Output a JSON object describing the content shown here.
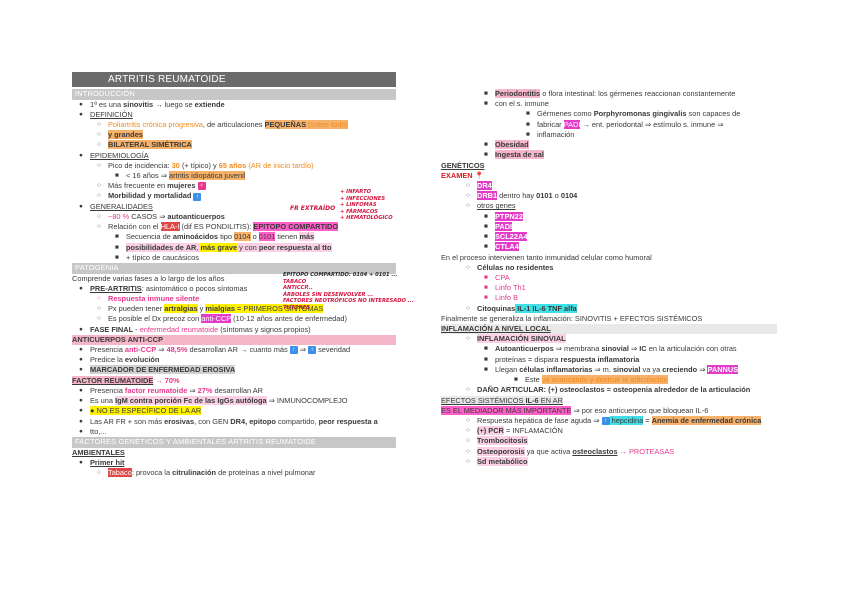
{
  "title": "ARTRITIS REUMATOIDE",
  "left": {
    "intro": "INTRODUCCIÓN",
    "l1a": "1ª es una ",
    "l1b": "sinovitis",
    "l1c": " → luego se ",
    "l1d": "extiende",
    "l2": "DEFINICIÓN",
    "l3a": "Poliartritis crónica progresiva",
    "l3b": ", de articulaciones ",
    "l3c": "PEQUEÑAS",
    "l3d": " (sobre todo)",
    "l3e": "y grandes",
    "l4": "BILATERAL SIMÉTRICA",
    "l5": "EPIDEMIOLOGÍA",
    "l6a": "Pico de incidencia: ",
    "l6b": "30",
    "l6c": " (+ típico) y ",
    "l6d": "65 años",
    "l6e": " (AR de inicio tardío)",
    "l7a": "< 16 años ⇒ ",
    "l7b": "artritis idiopática juvenil",
    "l8a": "Más frecuente en ",
    "l8b": "mujeres",
    "l9": "Morbilidad y mortalidad",
    "l10": "GENERALIDADES",
    "l11a": "~80 % ",
    "l11b": "CASOS ⇒ ",
    "l11c": "autoanticuerpos",
    "l12a": "Relación con el ",
    "l12b": "HLA-I",
    "l12c": " (dif ES PONDILITIS): ",
    "l12d": "EPITOPO COMPARTIDO",
    "l13a": "Secuencia de ",
    "l13b": "aminoácidos",
    "l13c": " tipo ",
    "l13d": "0104",
    "l13e": " o ",
    "l13f": "0101",
    "l13g": " tienen ",
    "l13h": "más",
    "l14a": "posibilidades de ",
    "l14b": "AR",
    "l14c": ", ",
    "l14d": "más grave",
    "l14e": " y con ",
    "l14f": "peor respuesta al tto",
    "l15": "+ típico de caucásicos",
    "pat": "PATOGENIA",
    "l16": "Comprende varias fases a lo largo de los años",
    "l17a": "PRE-ARTRITIS",
    "l17b": ": asintomático o pocos síntomas",
    "l18": "Respuesta inmune silente",
    "l19a": "Px pueden tener ",
    "l19b": "artralgias",
    "l19c": " y ",
    "l19d": "mialgias",
    "l19e": " = PRIMEROS SÍNTOMAS",
    "l20a": "Es posible el Dx precoz con ",
    "l20b": "anti-CCP",
    "l20c": " (10-12 años antes de enfermedad)",
    "l21a": "FASE FINAL",
    "l21b": " - ",
    "l21c": "enfermedad reumatoide",
    "l21d": " (síntomas y signos propios)",
    "l22": "ANTICUERPOS ANTI-CCP",
    "l23a": "Presencia ",
    "l23b": "anti-CCP",
    "l23c": " ⇒ ",
    "l23d": "48,5%",
    "l23e": " desarrollan AR → cuanto más ",
    "l23f": " ⇒ ",
    "l23g": " severidad",
    "l24a": "Predice la ",
    "l24b": "evolución",
    "l25": "MARCADOR DE ENFERMEDAD EROSIVA",
    "l26a": "FACTOR REUMATOIDE",
    "l26b": " → 70%",
    "l27a": "Presencia ",
    "l27b": "factor reumatoide",
    "l27c": " ⇒ ",
    "l27d": "27%",
    "l27e": " desarrollan AR",
    "l28a": "Es una ",
    "l28b": "IgM contra porción Fc de las IgGs autóloga",
    "l28c": " ⇒ INMUNOCOMPLEJO",
    "l29": "NO ES ESPECÍFICO DE LA AR",
    "l30a": "Las AR FR + son más ",
    "l30b": "erosivas",
    ", con GEN ": "",
    "l30c": ", con GEN ",
    "l30d": "DR4",
    ", ": "",
    "l30e": ", epitopo",
    "l30f": " compartido, ",
    "l30g": "peor respuesta a",
    "l31": "tto,...",
    "fac": "FACTORES GENÉTICOS Y AMBIENTALES ARTRITIS REUMATOIDE",
    "l32": "AMBIENTALES",
    "l33": "Primer hit",
    "l34a": "Tabaco",
    "l34b": ": provoca la ",
    "l34c": "citrulinación",
    "l34d": " de proteínas a nivel pulmonar"
  },
  "right": {
    "r1a": "Periodontitis",
    "r1b": " o flora intestinal: los gérmenes reaccionan constantemente",
    "r2": "con el s. inmune",
    "r3a": "Gérmenes como ",
    "r3b": "Porphyromonas gingivalis",
    "r3c": " son capaces de",
    "r4a": "fabricar ",
    "r4b": "PADI",
    "r4c": " → ent. periodontal ⇒ estímulo s. inmune ⇒",
    "r5": "inflamación",
    "r6": "Obesidad",
    "r7": "Ingesta de sal",
    "r8": "GENÉTICOS",
    "r9": "EXAMEN",
    "r10": "DR4",
    "r11a": "DRB1",
    "r11b": " dentro hay ",
    "r11c": "0101",
    "r11d": " o ",
    "r11e": "0104",
    "r12": "otros genes",
    "r13": "PTPN22",
    "r14": "PADI",
    "r15": "SCL22A4",
    "r16": "CTLA4",
    "r17": "En el proceso intervienen tanto inmunidad celular como humoral",
    "r18": "Células no residentes",
    "r19": "CPA",
    "r20": "Linfo Th1",
    "r21": "Linfo B",
    "r22a": "Citoquinas",
    "r22b": " IL-1 IL-6",
    "r22c": " TNF alfa",
    "r23": "Finalmente se generaliza la inflamación: SINOVITIS + EFECTOS SISTÉMICOS",
    "r24": "INFLAMACIÓN A NIVEL LOCAL",
    "r25": "INFLAMACIÓN SINOVIAL",
    "r26a": "Autoanticuerpos",
    "r26b": " ⇒ membrana ",
    "r26c": "sinovial",
    "r26d": " ⇒ ",
    "r26e": "IC",
    "r26f": " en la articulación con otras",
    "r27a": "proteínas = dispara ",
    "r27b": "respuesta inflamatoria",
    "r28a": "Llegan ",
    "r28b": "células inflamatorias",
    "r28c": " ⇒ m. ",
    "r28d": "sinovial",
    "r28e": " va ya ",
    "r28f": "creciendo",
    "r28g": " ⇒ ",
    "r28h": "PANNUS",
    "r29a": "Este ",
    "r29b": "va avanzando y destruir la articulación",
    "r30a": "DAÑO ARTICULAR",
    "r30b": ": (+) osteoclastos",
    "r30c": " = osteopenia alrededor de la articulación",
    "r31a": "EFECTOS SISTÉMICOS ",
    "r31b": "IL-6",
    "r31c": " EN AR",
    "r32a": "ES EL MEDIADOR MÁS IMPORTANTE",
    "r32b": " ⇒ por eso anticuerpos que bloquean IL-6",
    "r33a": "Respuesta hepática de fase aguda ⇒ ",
    "r33b": " hepcidina",
    "r33c": " = ",
    "r33d": "Anemia de enfermedad crónica",
    "r34a": "(+) PCR",
    "r34b": " = INFLAMACIÓN",
    "r35": "Trombocitosis",
    "r36a": "Osteoporosis",
    "r36b": " ya que activa ",
    "r36c": "osteoclastos",
    "r36d": " → PROTEASAS",
    "r37": "Sd metabólico"
  },
  "notes": {
    "n1": [
      "+ INFARTO",
      "+ INFECCIONES",
      "+ LINFOMAS",
      "+ FÁRMACOS",
      "+ HEMATOLÓGICO"
    ],
    "n2": "FR EXTRAÍDO",
    "n3": [
      "EPITOPO COMPARTIDO: 0104 + 0101 ...",
      "TABACO",
      "ANTICCP...",
      "ÁRBOLES SIN DESENVOLVER ...",
      "FACTORES NEOTRÓFICOS NO INTERESADO ...",
      "TUTORES"
    ]
  },
  "colors": {
    "accent_pink": "#e8388e",
    "accent_orange": "#f08a1c",
    "highlight_yellow": "#fff200",
    "highlight_magenta": "#e23cc9",
    "highlight_cyan": "#40e0e8"
  }
}
